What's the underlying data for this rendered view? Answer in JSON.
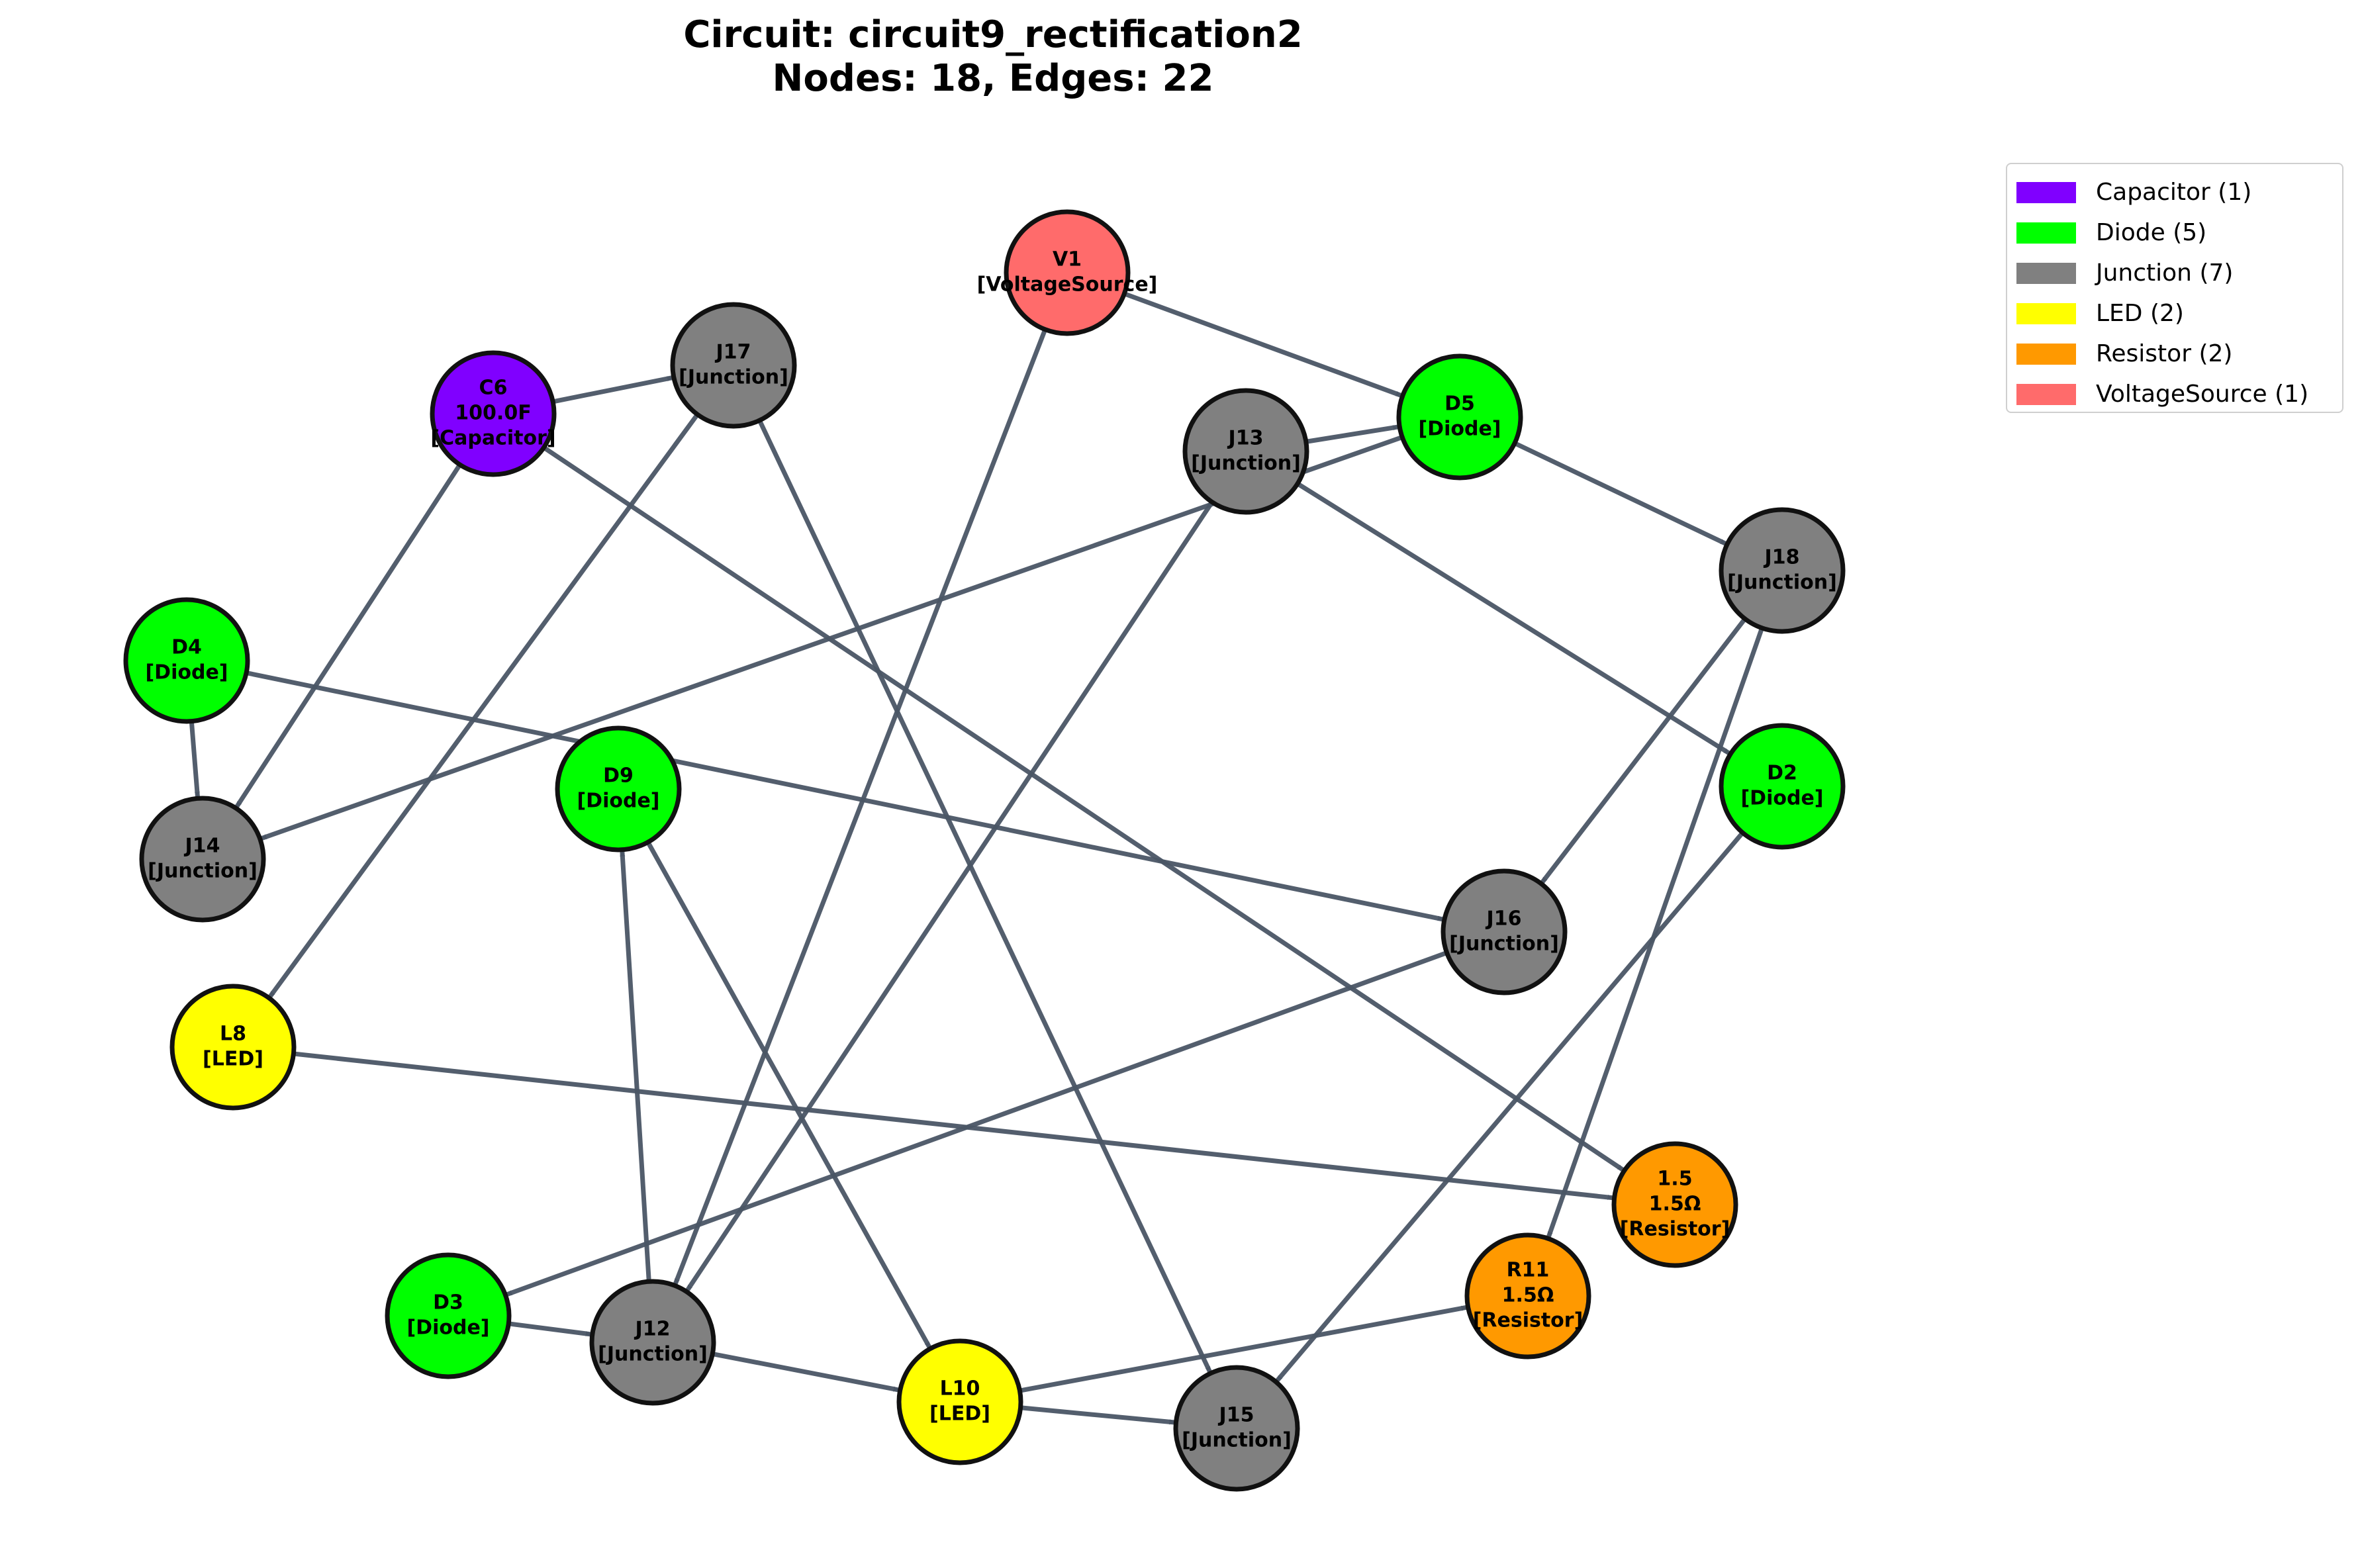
{
  "title": {
    "line1": "Circuit: circuit9_rectification2",
    "line2": "Nodes: 18, Edges: 22"
  },
  "colors": {
    "Capacitor": "#8000ff",
    "Diode": "#00ff00",
    "Junction": "#808080",
    "LED": "#ffff00",
    "Resistor": "#ff9900",
    "VoltageSource": "#ff6b6b",
    "edge": "#4a5565"
  },
  "legend": [
    {
      "label": "Capacitor (1)",
      "type": "Capacitor"
    },
    {
      "label": "Diode (5)",
      "type": "Diode"
    },
    {
      "label": "Junction (7)",
      "type": "Junction"
    },
    {
      "label": "LED (2)",
      "type": "LED"
    },
    {
      "label": "Resistor (2)",
      "type": "Resistor"
    },
    {
      "label": "VoltageSource (1)",
      "type": "VoltageSource"
    }
  ],
  "nodes": [
    {
      "id": "V1",
      "type": "VoltageSource",
      "lines": [
        "V1",
        "[VoltageSource]"
      ]
    },
    {
      "id": "J17",
      "type": "Junction",
      "lines": [
        "J17",
        "[Junction]"
      ]
    },
    {
      "id": "C6",
      "type": "Capacitor",
      "lines": [
        "C6",
        "100.0F",
        "[Capacitor]"
      ]
    },
    {
      "id": "D5",
      "type": "Diode",
      "lines": [
        "D5",
        "[Diode]"
      ]
    },
    {
      "id": "J13",
      "type": "Junction",
      "lines": [
        "J13",
        "[Junction]"
      ]
    },
    {
      "id": "J18",
      "type": "Junction",
      "lines": [
        "J18",
        "[Junction]"
      ]
    },
    {
      "id": "D4",
      "type": "Diode",
      "lines": [
        "D4",
        "[Diode]"
      ]
    },
    {
      "id": "D9",
      "type": "Diode",
      "lines": [
        "D9",
        "[Diode]"
      ]
    },
    {
      "id": "D2",
      "type": "Diode",
      "lines": [
        "D2",
        "[Diode]"
      ]
    },
    {
      "id": "J14",
      "type": "Junction",
      "lines": [
        "J14",
        "[Junction]"
      ]
    },
    {
      "id": "J16",
      "type": "Junction",
      "lines": [
        "J16",
        "[Junction]"
      ]
    },
    {
      "id": "L8",
      "type": "LED",
      "lines": [
        "L8",
        "[LED]"
      ]
    },
    {
      "id": "R1.5",
      "type": "Resistor",
      "lines": [
        "1.5",
        "1.5Ω",
        "[Resistor]"
      ]
    },
    {
      "id": "R11",
      "type": "Resistor",
      "lines": [
        "R11",
        "1.5Ω",
        "[Resistor]"
      ]
    },
    {
      "id": "D3",
      "type": "Diode",
      "lines": [
        "D3",
        "[Diode]"
      ]
    },
    {
      "id": "J12",
      "type": "Junction",
      "lines": [
        "J12",
        "[Junction]"
      ]
    },
    {
      "id": "L10",
      "type": "LED",
      "lines": [
        "L10",
        "[LED]"
      ]
    },
    {
      "id": "J15",
      "type": "Junction",
      "lines": [
        "J15",
        "[Junction]"
      ]
    }
  ],
  "edges": [
    [
      "V1",
      "D5"
    ],
    [
      "V1",
      "J12"
    ],
    [
      "C6",
      "J17"
    ],
    [
      "C6",
      "J14"
    ],
    [
      "C6",
      "R1.5"
    ],
    [
      "J17",
      "L8"
    ],
    [
      "J17",
      "J15"
    ],
    [
      "J13",
      "D5"
    ],
    [
      "J13",
      "J12"
    ],
    [
      "J13",
      "D2"
    ],
    [
      "D5",
      "J18"
    ],
    [
      "D5",
      "J14"
    ],
    [
      "J18",
      "J16"
    ],
    [
      "J18",
      "R11"
    ],
    [
      "D4",
      "J14"
    ],
    [
      "D4",
      "J16"
    ],
    [
      "D9",
      "L10"
    ],
    [
      "J12",
      "D9"
    ],
    [
      "J16",
      "D3"
    ],
    [
      "D2",
      "J15"
    ],
    [
      "L8",
      "R1.5"
    ],
    [
      "L10",
      "R11"
    ],
    [
      "D3",
      "J12"
    ],
    [
      "J12",
      "L10"
    ],
    [
      "L10",
      "J15"
    ]
  ]
}
